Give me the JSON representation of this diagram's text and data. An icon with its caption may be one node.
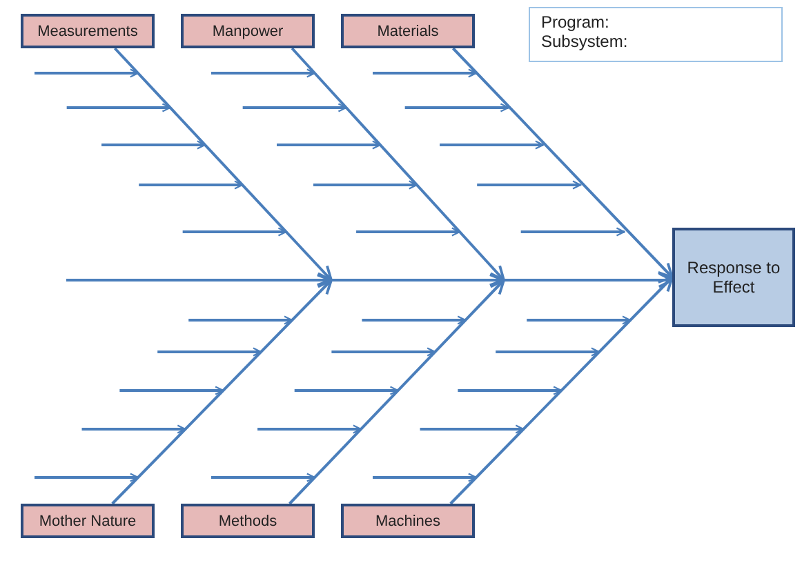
{
  "diagram": {
    "nodes": [
      {
        "text": [
          "Measurements"
        ]
      },
      {
        "text": [
          "Manpower"
        ]
      },
      {
        "text": [
          "Materials"
        ]
      },
      {
        "text": [
          "Program:",
          "Subsystem:"
        ]
      },
      {
        "text": [
          "Response to Effect"
        ]
      },
      {
        "text": [
          "Mother Nature"
        ]
      },
      {
        "text": [
          "Methods"
        ]
      },
      {
        "text": [
          "Machines"
        ]
      }
    ],
    "edges": [
      {
        "from": 0,
        "to": null,
        "arrow": "to"
      },
      {
        "from": 1,
        "to": null,
        "arrow": "to"
      },
      {
        "from": 2,
        "to": 4,
        "arrow": "to"
      },
      {
        "from": 5,
        "to": null,
        "arrow": "to"
      },
      {
        "from": 6,
        "to": null,
        "arrow": "to"
      },
      {
        "from": 7,
        "to": 4,
        "arrow": "to"
      },
      {
        "from": null,
        "to": 4,
        "arrow": "to"
      }
    ]
  }
}
